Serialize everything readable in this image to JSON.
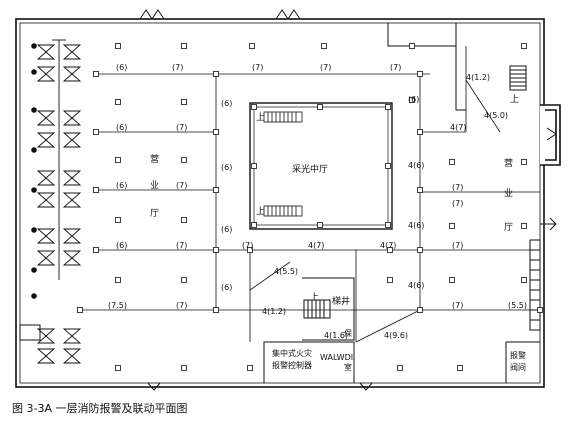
{
  "caption": "图 3-3A 一层消防报警及联动平面图",
  "rooms": {
    "atrium": "采光中厅",
    "stairwell": "梯井",
    "sales_left": [
      "营",
      "业",
      "厅"
    ],
    "sales_right": [
      "营",
      "业",
      "厅"
    ],
    "fire_controller": [
      "集中式火灾",
      "报警控制器"
    ],
    "alarm_valve_room": [
      "报警",
      "阀间"
    ],
    "guard": "保",
    "wall_box": "WALWDI",
    "room": "室"
  },
  "stair_marks": {
    "up": "上"
  },
  "labels": {
    "row1": [
      "(6)",
      "(7)",
      "(7)",
      "(7)",
      "(7)"
    ],
    "row2": [
      "(6)",
      "(7)"
    ],
    "row3": [
      "(6)",
      "(7)"
    ],
    "row4": [
      "(6)",
      "(7)",
      "(7)",
      "4(7)",
      "4(7)",
      "(7)"
    ],
    "row5": [
      "(7.5)",
      "(7)",
      "(7)",
      "(5.5)"
    ],
    "col_v": [
      "(6)",
      "(6)",
      "(6)",
      "(6)",
      "4(6)",
      "4(6)",
      "4(6)",
      "(6)"
    ],
    "right_top": [
      "4(1.2)",
      "4(5.0)",
      "4(7)",
      "(7)",
      "(7)"
    ],
    "center_low": [
      "4(5.5)",
      "4(1.2)",
      "4(1.6)",
      "4(9.6)"
    ]
  }
}
